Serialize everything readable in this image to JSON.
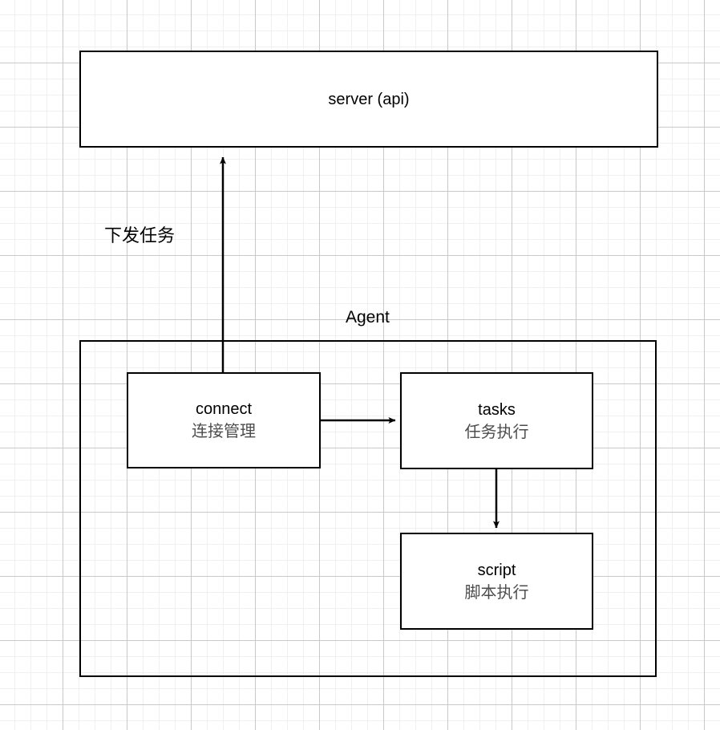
{
  "diagram": {
    "title_label": "Agent",
    "edge_label_dispatch": "下发任务",
    "nodes": {
      "server": {
        "title": "server (api)",
        "subtitle": ""
      },
      "connect": {
        "title": "connect",
        "subtitle": "连接管理"
      },
      "tasks": {
        "title": "tasks",
        "subtitle": "任务执行"
      },
      "script": {
        "title": "script",
        "subtitle": "脚本执行"
      }
    },
    "colors": {
      "stroke": "#000000",
      "fill": "#ffffff",
      "subtitle_text": "#4d4d4d",
      "grid_major": "#c9c9c9",
      "grid_minor": "#f0f0f0"
    }
  }
}
